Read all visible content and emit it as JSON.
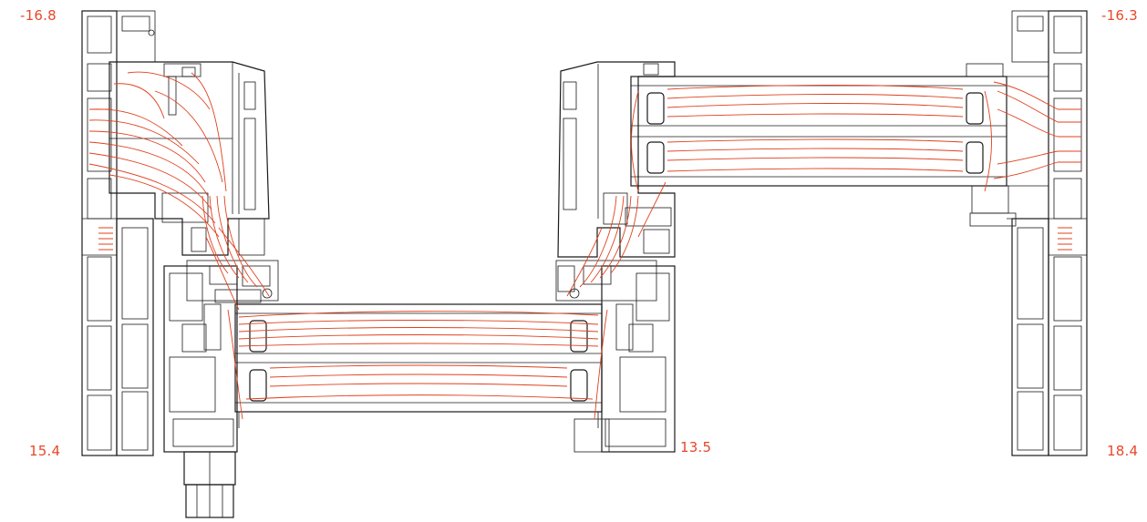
{
  "labels": {
    "top_left": "-16.8",
    "top_right": "-16.3",
    "bottom_left": "15.4",
    "bottom_middle": "13.5",
    "bottom_right": "18.4"
  },
  "colors": {
    "outline": "#1a1a1a",
    "isotherm": "#e0401e",
    "label": "#e8472a",
    "background": "#ffffff"
  }
}
